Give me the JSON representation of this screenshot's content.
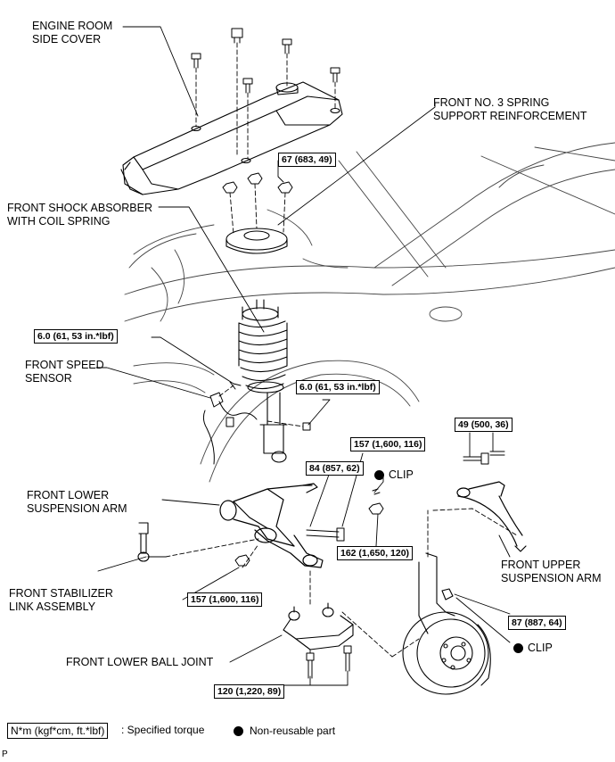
{
  "labels": {
    "engine_room_side_cover": [
      "ENGINE ROOM",
      "SIDE COVER"
    ],
    "spring_support_reinforcement": [
      "FRONT NO. 3 SPRING",
      "SUPPORT REINFORCEMENT"
    ],
    "shock_absorber": [
      "FRONT SHOCK ABSORBER",
      "WITH COIL SPRING"
    ],
    "speed_sensor": [
      "FRONT SPEED",
      "SENSOR"
    ],
    "lower_suspension_arm": [
      "FRONT LOWER",
      "SUSPENSION ARM"
    ],
    "stabilizer_link": [
      "FRONT STABILIZER",
      "LINK ASSEMBLY"
    ],
    "lower_ball_joint": "FRONT LOWER BALL JOINT",
    "upper_suspension_arm": [
      "FRONT UPPER",
      "SUSPENSION ARM"
    ],
    "clip_top": "CLIP",
    "clip_bottom": "CLIP"
  },
  "torques": {
    "t67": "67 (683, 49)",
    "t6_sensor": "6.0 (61, 53 in.*lbf)",
    "t6_bracket": "6.0 (61, 53 in.*lbf)",
    "t157_top": "157 (1,600, 116)",
    "t84": "84 (857, 62)",
    "t49": "49 (500, 36)",
    "t162": "162 (1,650, 120)",
    "t157_bottom": "157 (1,600, 116)",
    "t87": "87 (887, 64)",
    "t120": "120 (1,220, 89)"
  },
  "legend": {
    "unit_box": "N*m (kgf*cm, ft.*lbf)",
    "unit_text": ": Specified torque",
    "non_reusable": "Non-reusable part"
  },
  "figure_marker": "P"
}
